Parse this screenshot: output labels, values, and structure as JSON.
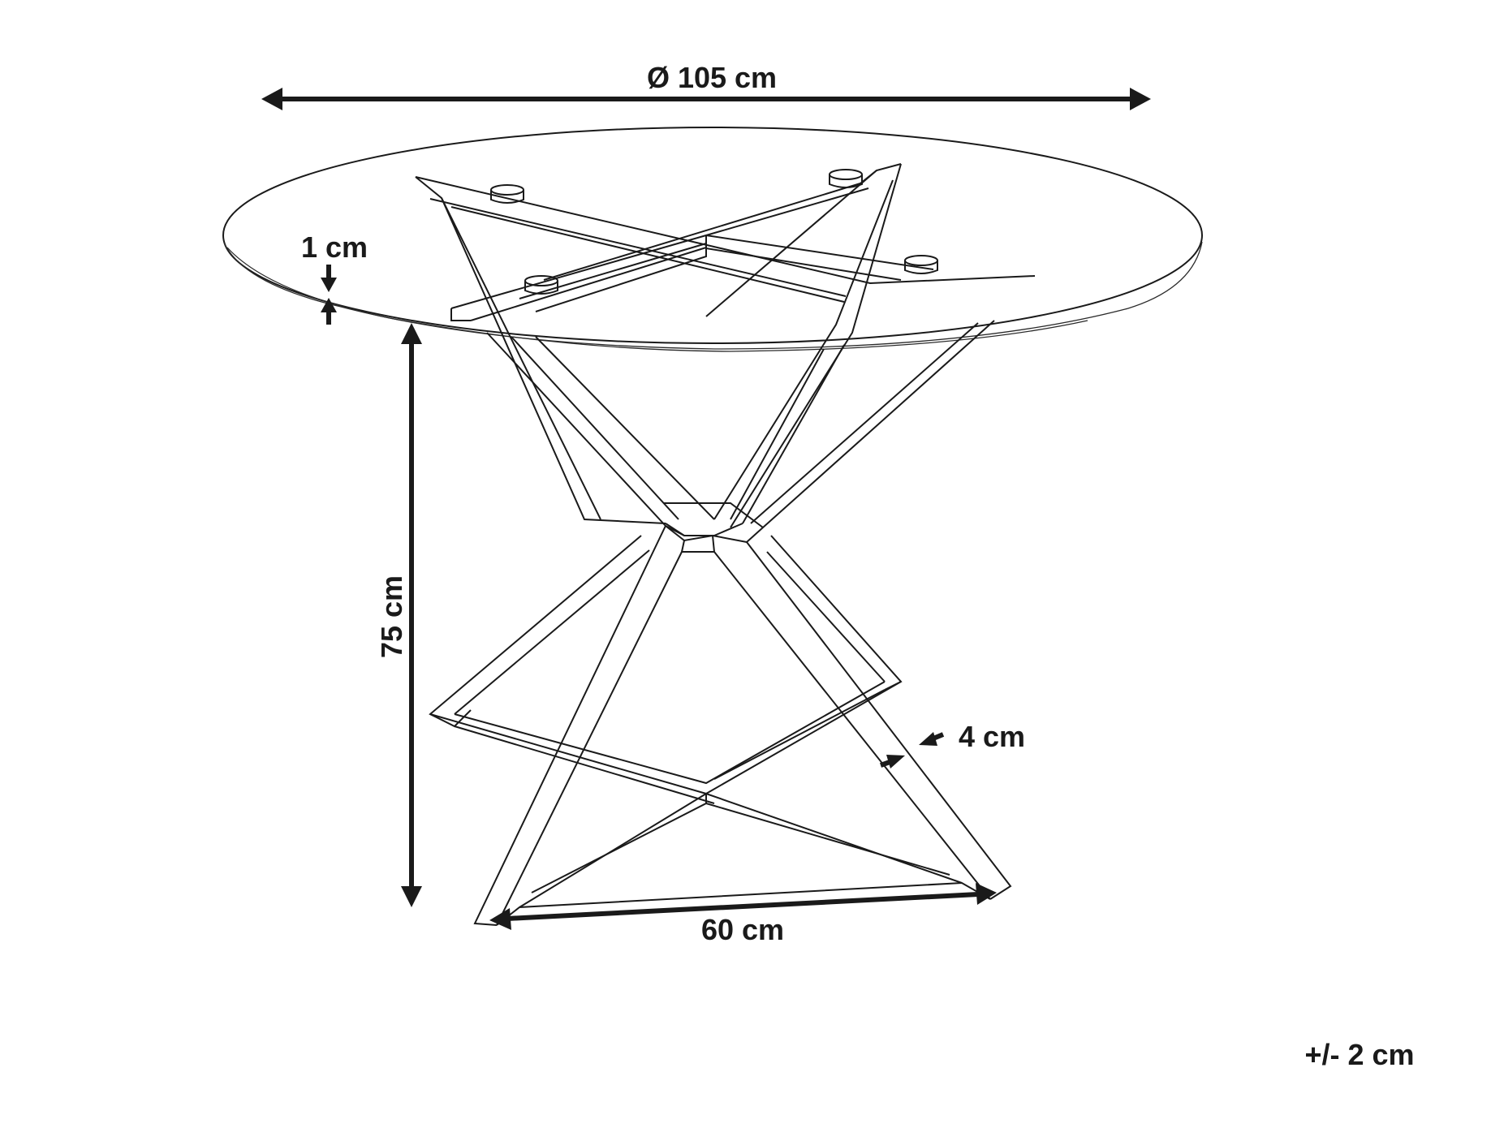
{
  "dimensions": {
    "diameter": "Ø 105 cm",
    "top_thickness": "1 cm",
    "height": "75 cm",
    "leg_width": "4 cm",
    "base_width": "60 cm",
    "tolerance": "+/- 2 cm"
  }
}
